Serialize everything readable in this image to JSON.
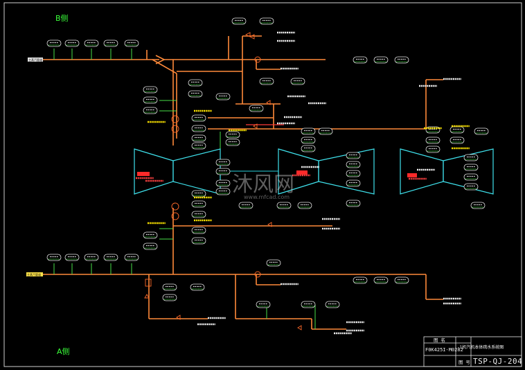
{
  "zones": {
    "b_label": "B侧",
    "a_label": "A侧"
  },
  "inlet_b": "主蒸汽管道",
  "inlet_a": "主蒸汽管道",
  "watermark": {
    "main": "沐风网",
    "url": "www.mfcad.com"
  },
  "title_block": {
    "row1_left": "图 名",
    "drawing_no": "F0K425I-M0282",
    "title": "-1机汽机本体疏水系统图",
    "no_label": "图 号",
    "sheet_no": "TSP-QJ-204"
  }
}
